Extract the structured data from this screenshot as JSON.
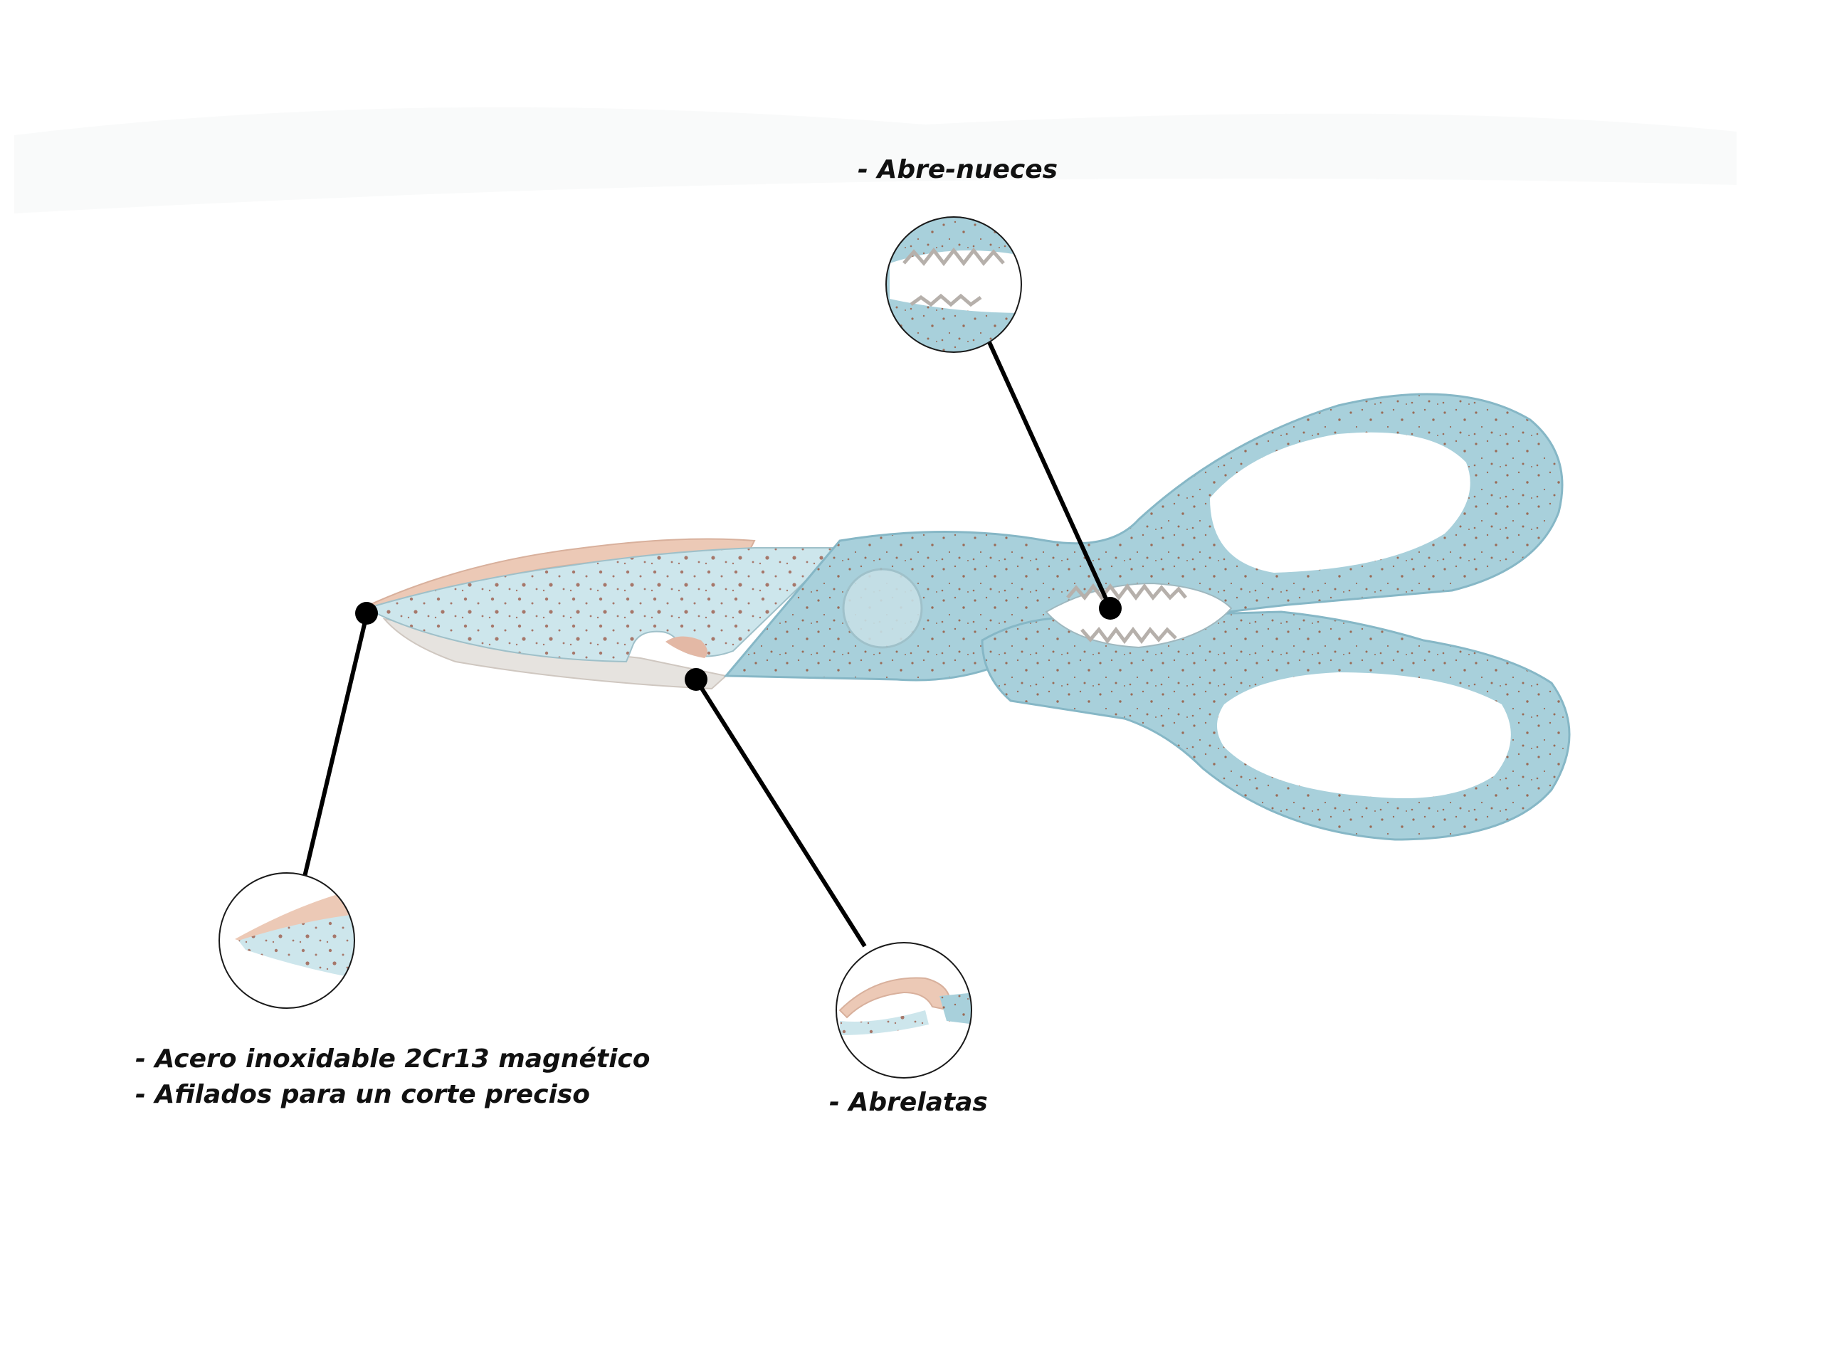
{
  "callouts": {
    "nut_cracker": {
      "label": "- Abre-nueces"
    },
    "blade": {
      "line1": "- Acero inoxidable 2Cr13 magnético",
      "line2": "- Afilados para un corte preciso"
    },
    "can_opener": {
      "label": "- Abrelatas"
    }
  },
  "colors": {
    "handle": "#a8d0db",
    "handle_edge": "#86b7c6",
    "blade": "#cde6ec",
    "blade_edge": "#e8cfc2",
    "speckle": "#9a6b57",
    "line": "#000000",
    "background": "#ffffff"
  },
  "icons": [
    "kitchen-scissors-image",
    "nut-cracker-detail",
    "blade-detail",
    "can-opener-detail"
  ]
}
